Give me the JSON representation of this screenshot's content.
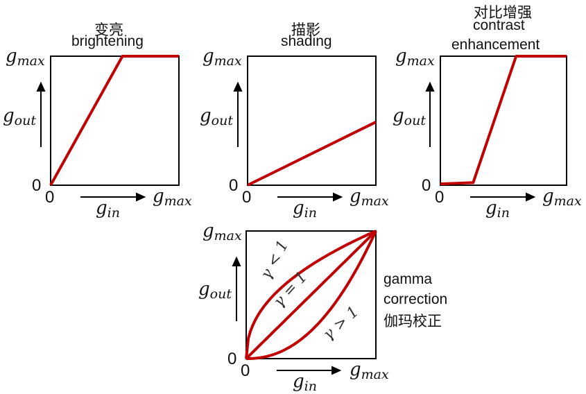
{
  "panels": [
    {
      "id": "brightening",
      "title_cn": "变亮",
      "title_en": "brightening",
      "axis_out_label": "gout",
      "axis_in_label": "gin",
      "max_label": "gmax",
      "zero_label": "0",
      "curve": [
        [
          0,
          0
        ],
        [
          0.56,
          1
        ],
        [
          1,
          1
        ]
      ]
    },
    {
      "id": "shading",
      "title_cn": "描影",
      "title_en": "shading",
      "axis_out_label": "gout",
      "axis_in_label": "gin",
      "max_label": "gmax",
      "zero_label": "0",
      "curve": [
        [
          0,
          0
        ],
        [
          1,
          0.49
        ]
      ]
    },
    {
      "id": "contrast",
      "title_cn": "对比增强",
      "title_en_line1": "contrast",
      "title_en_line2": "enhancement",
      "axis_out_label": "gout",
      "axis_in_label": "gin",
      "max_label": "gmax",
      "zero_label": "0",
      "curve": [
        [
          0,
          0.01
        ],
        [
          0.26,
          0.02
        ],
        [
          0.6,
          1
        ],
        [
          1,
          1
        ]
      ]
    },
    {
      "id": "gamma",
      "title_en_line1": "gamma",
      "title_en_line2": "correction",
      "title_cn": "伽玛校正",
      "axis_out_label": "gout",
      "axis_in_label": "gin",
      "max_label": "gmax",
      "zero_label": "0",
      "label_lt1": "γ < 1",
      "label_eq1": "γ = 1",
      "label_gt1": "γ > 1",
      "gamma_lt1": 0.45,
      "gamma_gt1": 2.2
    }
  ],
  "colors": {
    "curve": "#c00000",
    "frame": "#000000"
  }
}
